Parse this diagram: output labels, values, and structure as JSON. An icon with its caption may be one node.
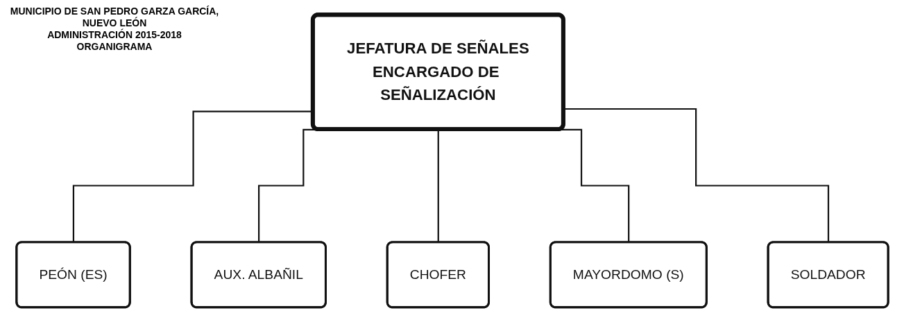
{
  "diagram": {
    "title": "MUNICIPIO DE SAN PEDRO GARZA GARCÍA, NUEVO LEÓN",
    "nodes": [
      {
        "text": [
          "JEFATURA DE SEÑALES",
          "ENCARGADO DE SEÑALIZACIÓN"
        ]
      },
      {
        "text": [
          "PEÓN (ES)"
        ]
      },
      {
        "text": [
          "AUX. ALBAÑIL"
        ]
      },
      {
        "text": [
          "CHOFER"
        ]
      },
      {
        "text": [
          "MAYORDOMO (S)"
        ]
      },
      {
        "text": [
          "SOLDADOR"
        ]
      }
    ],
    "edges": [
      {
        "from": 0,
        "to": 1,
        "arrow": "none"
      },
      {
        "from": 0,
        "to": 2,
        "arrow": "none"
      },
      {
        "from": 0,
        "to": 3,
        "arrow": "none"
      },
      {
        "from": 0,
        "to": 4,
        "arrow": "none"
      },
      {
        "from": 0,
        "to": 5,
        "arrow": "none"
      }
    ],
    "labels": [
      "ADMINISTRACIÓN 2015-2018",
      "ORGANIGRAMA"
    ]
  }
}
